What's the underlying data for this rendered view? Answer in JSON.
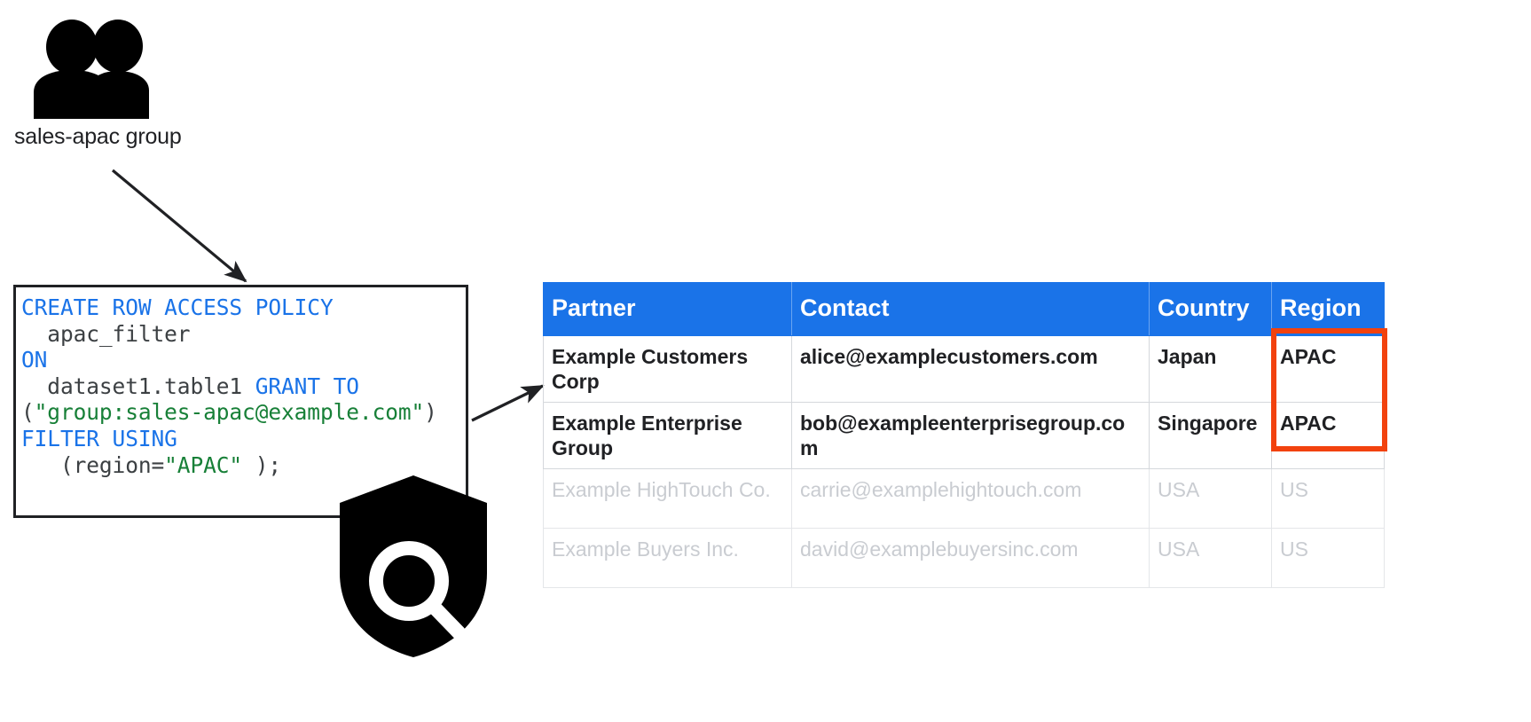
{
  "diagram": {
    "group": {
      "icon": "people-group-icon",
      "label": "sales-apac group"
    },
    "shield": {
      "icon": "shield-search-icon"
    },
    "arrows": [
      {
        "name": "arrow-group-to-policy",
        "from": "sales-apac group",
        "to": "policy-code-block"
      },
      {
        "name": "arrow-policy-to-table",
        "from": "policy-code-block",
        "to": "partners-table"
      }
    ]
  },
  "code_block": {
    "name": "row-access-policy-sql",
    "language": "sql",
    "full_text": "CREATE ROW ACCESS POLICY\n  apac_filter\nON\n  dataset1.table1 GRANT TO\n(\"group:sales-apac@example.com\")\nFILTER USING\n   (region=\"APAC\" );",
    "lines": [
      {
        "tokens": [
          {
            "t": "CREATE ROW ACCESS POLICY",
            "c": "kw"
          }
        ]
      },
      {
        "tokens": [
          {
            "t": "  apac_filter",
            "c": "id"
          }
        ]
      },
      {
        "tokens": [
          {
            "t": "ON",
            "c": "kw"
          }
        ]
      },
      {
        "tokens": [
          {
            "t": "  dataset1.table1 ",
            "c": "id"
          },
          {
            "t": "GRANT TO",
            "c": "kw"
          }
        ]
      },
      {
        "tokens": [
          {
            "t": "(",
            "c": "pun"
          },
          {
            "t": "\"group:sales-apac@example.com\"",
            "c": "str"
          },
          {
            "t": ")",
            "c": "pun"
          }
        ]
      },
      {
        "tokens": [
          {
            "t": "FILTER USING",
            "c": "kw"
          }
        ]
      },
      {
        "tokens": [
          {
            "t": "   (region=",
            "c": "id"
          },
          {
            "t": "\"APAC\"",
            "c": "str"
          },
          {
            "t": " );",
            "c": "id"
          }
        ]
      }
    ],
    "colors": {
      "keyword": "#1a73e8",
      "string": "#188038",
      "identifier": "#3c4043",
      "border": "#202124"
    }
  },
  "table": {
    "name": "partners-table",
    "header_bg": "#1a73e8",
    "header_text_color": "#ffffff",
    "dim_text_color": "#c9ccd1",
    "columns": [
      "Partner",
      "Contact",
      "Country",
      "Region"
    ],
    "rows": [
      {
        "cells": [
          "Example Customers Corp",
          "alice@examplecustomers.com",
          "Japan",
          "APAC"
        ],
        "dimmed": false
      },
      {
        "cells": [
          "Example Enterprise Group",
          "bob@exampleenterprisegroup.com",
          "Singapore",
          "APAC"
        ],
        "dimmed": false
      },
      {
        "cells": [
          "Example HighTouch Co.",
          "carrie@examplehightouch.com",
          "USA",
          "US"
        ],
        "dimmed": true
      },
      {
        "cells": [
          "Example Buyers Inc.",
          "david@examplebuyersinc.com",
          "USA",
          "US"
        ],
        "dimmed": true
      }
    ]
  },
  "highlight": {
    "name": "region-apac-highlight",
    "color": "#f2420e",
    "target_column": "Region",
    "target_value": "APAC"
  }
}
